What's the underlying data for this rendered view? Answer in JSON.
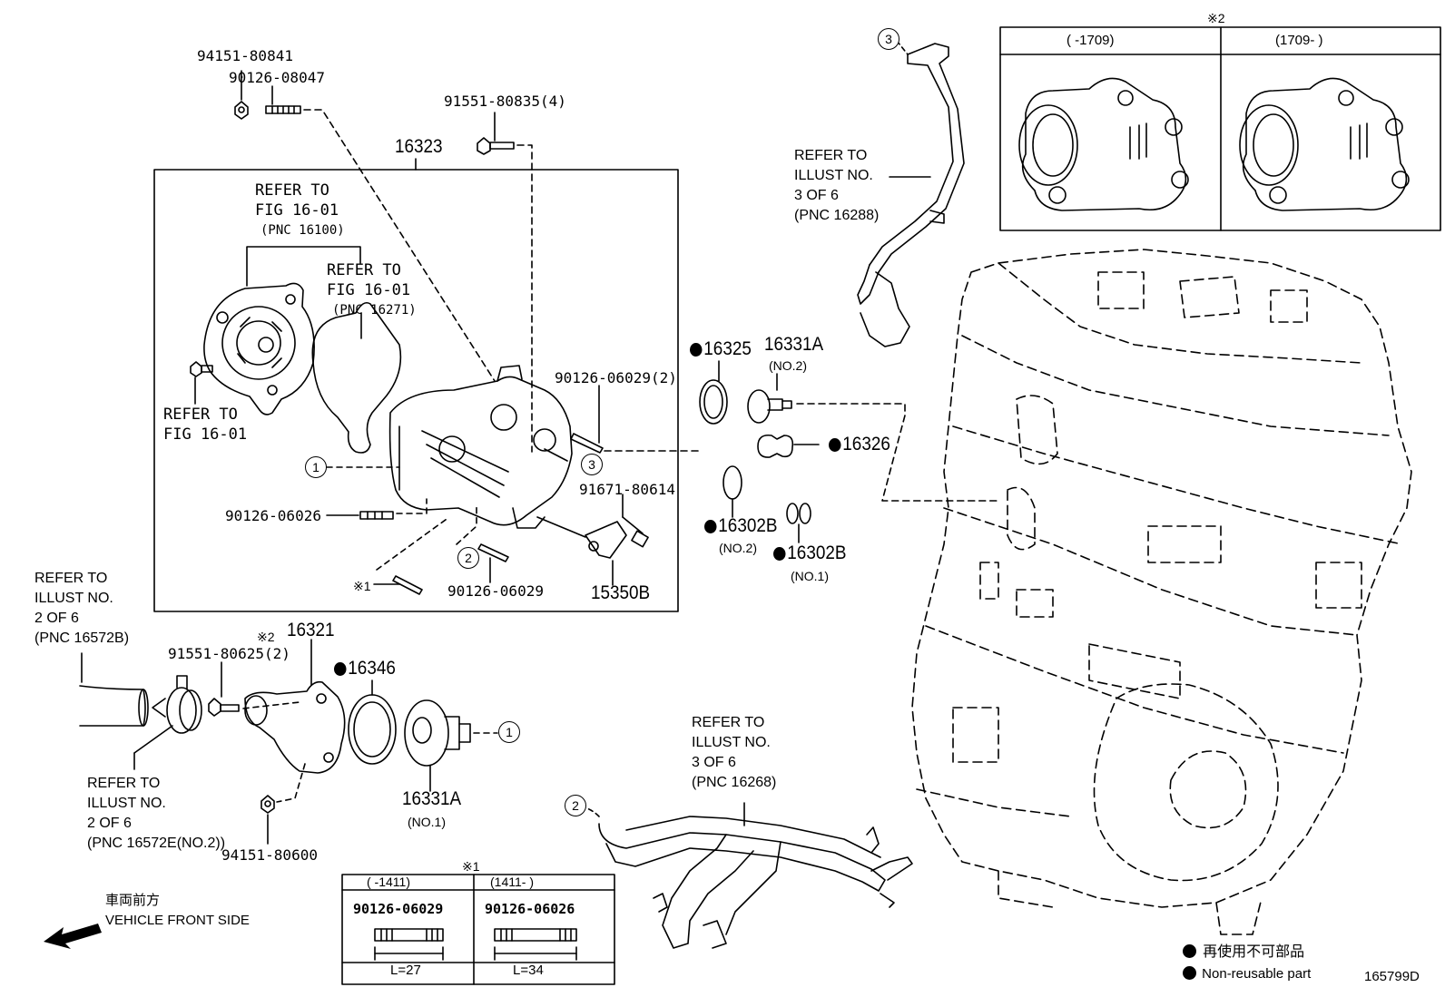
{
  "labels": {
    "p94151_80841": "94151-80841",
    "p90126_08047": "90126-08047",
    "p91551_80835": "91551-80835(4)",
    "p16323": "16323",
    "ref_fig_a": [
      "REFER TO",
      "FIG 16-01",
      "(PNC 16100)"
    ],
    "ref_fig_b": [
      "REFER TO",
      "FIG 16-01",
      "(PNC 16271)"
    ],
    "ref_fig_c": [
      "REFER TO",
      "FIG 16-01"
    ],
    "p90126_06029_2": "90126-06029(2)",
    "p91671_80614": "91671-80614",
    "p90126_06026": "90126-06026",
    "p90126_06029": "90126-06029",
    "p15350B": "15350B",
    "note1_mark": "※1",
    "p16325": "16325",
    "p16331A_top": "16331A",
    "p16331A_top_sub": "(NO.2)",
    "p16326": "16326",
    "p16302B_a": "16302B",
    "p16302B_a_sub": "(NO.2)",
    "p16302B_b": "16302B",
    "p16302B_b_sub": "(NO.1)",
    "ref_illust_3_16288": [
      "REFER TO",
      "ILLUST NO.",
      "3 OF 6",
      "(PNC 16288)"
    ],
    "ref_illust_2_16572B": [
      "REFER TO",
      "ILLUST NO.",
      "2 OF 6",
      "(PNC 16572B)"
    ],
    "p16321_mark": "※2",
    "p16321": "16321",
    "p91551_80625": "91551-80625(2)",
    "p16346": "16346",
    "p16331A_bot": "16331A",
    "p16331A_bot_sub": "(NO.1)",
    "ref_illust_2_16572E": [
      "REFER TO",
      "ILLUST NO.",
      "2 OF 6",
      "(PNC 16572E(NO.2))"
    ],
    "p94151_80600": "94151-80600",
    "ref_illust_3_16268": [
      "REFER TO",
      "ILLUST NO.",
      "3 OF 6",
      "(PNC 16268)"
    ],
    "front_jp": "車両前方",
    "front_en": "VEHICLE FRONT SIDE",
    "legend_jp": "再使用不可部品",
    "legend_en": "Non-reusable part",
    "figure_id": "165799D"
  },
  "callouts": [
    "1",
    "2",
    "3",
    "1",
    "2",
    "3"
  ],
  "table_note2": {
    "mark": "※2",
    "col1": "(      -1709)",
    "col2": "(1709-       )"
  },
  "table_note1": {
    "mark": "※1",
    "col1": "(      -1411)",
    "col2": "(1411-      )",
    "part1": "90126-06029",
    "part2": "90126-06026",
    "len1": "L=27",
    "len2": "L=34"
  }
}
